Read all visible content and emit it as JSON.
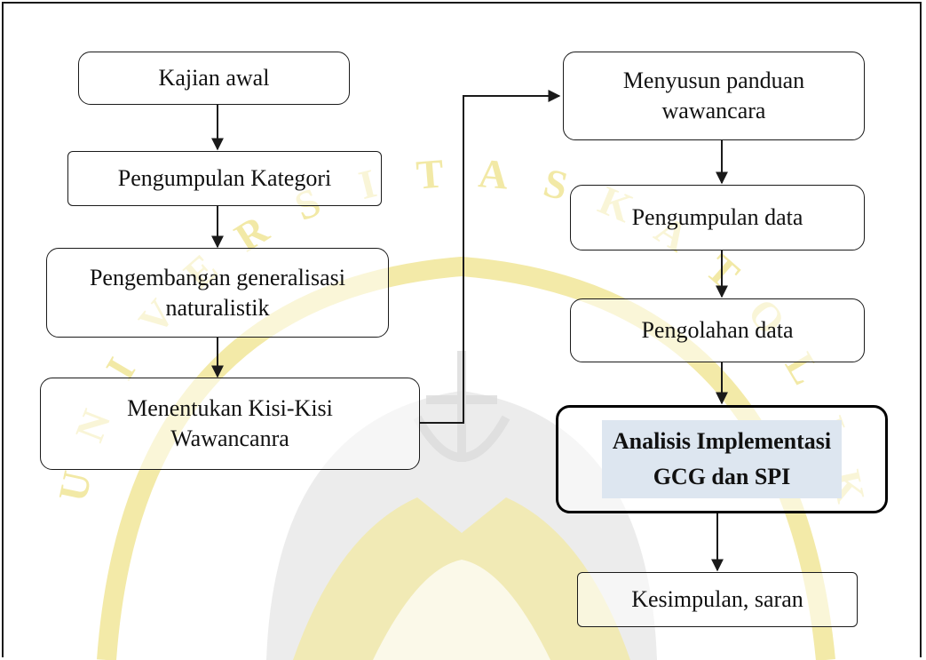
{
  "watermark": {
    "letters": [
      "U",
      "N",
      "I",
      "V",
      "E",
      "R",
      "S",
      "I",
      "T",
      "A",
      "S",
      "K",
      "A",
      "T",
      "O",
      "L",
      "I",
      "K"
    ],
    "color": "#f2e9a6"
  },
  "flowchart": {
    "steps": [
      {
        "id": "kajian-awal",
        "lines": [
          "Kajian awal"
        ]
      },
      {
        "id": "pengumpulan-kategori",
        "lines": [
          "Pengumpulan Kategori"
        ]
      },
      {
        "id": "pengembangan-generalisasi",
        "lines": [
          "Pengembangan generalisasi",
          "naturalistik"
        ]
      },
      {
        "id": "menentukan-kisi-kisi",
        "lines": [
          "Menentukan Kisi-Kisi",
          "Wawancanra"
        ]
      },
      {
        "id": "menyusun-panduan",
        "lines": [
          "Menyusun panduan",
          "wawancara"
        ]
      },
      {
        "id": "pengumpulan-data",
        "lines": [
          "Pengumpulan data"
        ]
      },
      {
        "id": "pengolahan-data",
        "lines": [
          "Pengolahan data"
        ]
      },
      {
        "id": "analisis-implementasi",
        "lines": [
          "Analisis Implementasi",
          "GCG dan SPI"
        ],
        "emphasis": true,
        "highlight_color": "#dde6f0"
      },
      {
        "id": "kesimpulan-saran",
        "lines": [
          "Kesimpulan, saran"
        ]
      }
    ]
  }
}
